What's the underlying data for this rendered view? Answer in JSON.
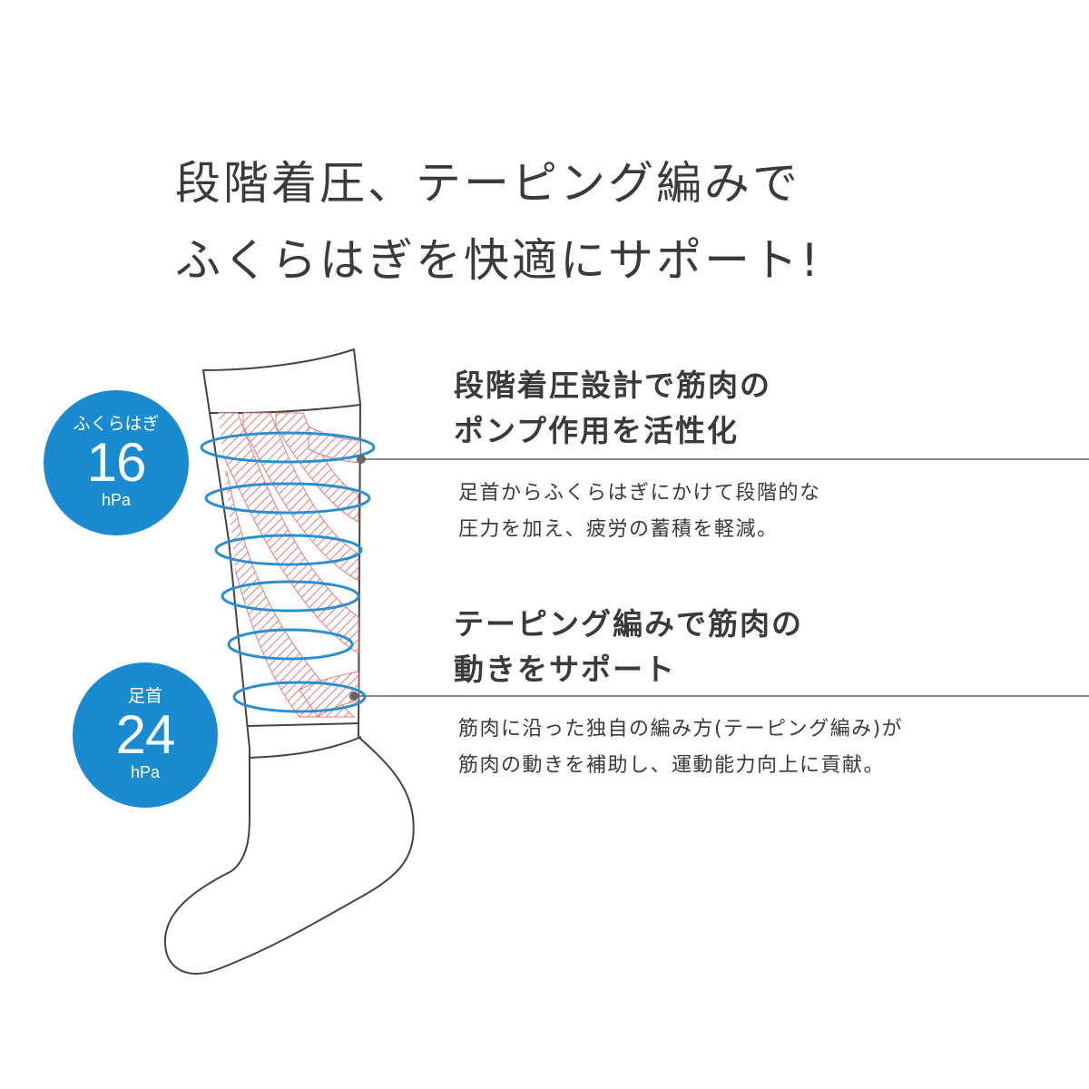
{
  "headline": {
    "line1": "段階着圧、テーピング編みで",
    "line2": "ふくらはぎを快適にサポート!"
  },
  "badges": [
    {
      "label": "ふくらはぎ",
      "value": "16",
      "unit": "hPa"
    },
    {
      "label": "足首",
      "value": "24",
      "unit": "hPa"
    }
  ],
  "features": [
    {
      "title_line1": "段階着圧設計で筋肉の",
      "title_line2": "ポンプ作用を活性化",
      "desc_line1": "足首からふくらはぎにかけて段階的な",
      "desc_line2": "圧力を加え、疲労の蓄積を軽減。"
    },
    {
      "title_line1": "テーピング編みで筋肉の",
      "title_line2": "動きをサポート",
      "desc_line1": "筋肉に沿った独自の編み方(テーピング編み)が",
      "desc_line2": "筋肉の動きを補助し、運動能力向上に貢献。"
    }
  ],
  "colors": {
    "badge": "#1a8bd1",
    "ring": "#2a8fd0",
    "taping_stripe": "#e07a7a",
    "outline": "#444444",
    "leader_line": "#666666",
    "text": "#3a3a3a"
  }
}
